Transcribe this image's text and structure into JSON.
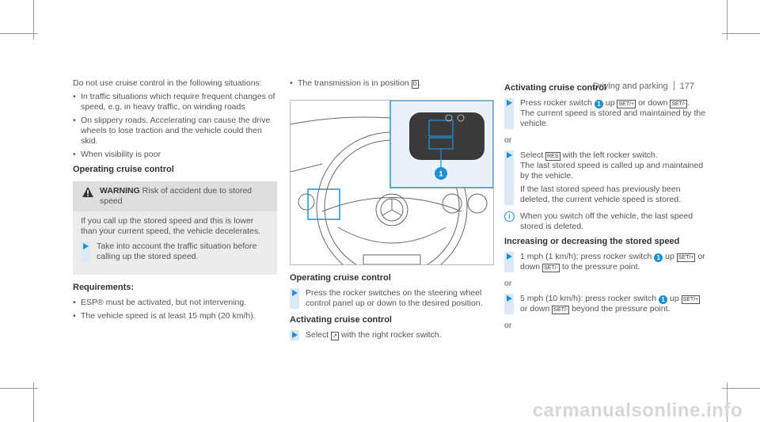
{
  "header": {
    "section": "Driving and parking",
    "page_number": "177"
  },
  "col1": {
    "intro": "Do not use cruise control in the following situations:",
    "situations": [
      "In traffic situations which require frequent changes of speed, e.g. in heavy traffic, on winding roads",
      "On slippery roads. Accelerating can cause the drive wheels to lose traction and the vehicle could then skid.",
      "When visibility is poor"
    ],
    "heading_operating": "Operating cruise control",
    "warning": {
      "keyword": "WARNING",
      "title": "Risk of accident due to stored speed",
      "body": "If you call up the stored speed and this is lower than your current speed, the vehicle decelerates.",
      "step": "Take into account the traffic situation before calling up the stored speed."
    },
    "requirements_heading": "Requirements:",
    "requirements": [
      "ESP® must be activated, but not intervening.",
      "The vehicle speed is at least 15 mph (20 km/h)."
    ]
  },
  "col2": {
    "transmission": "The transmission is in position",
    "transmission_key": "D",
    "figure_callout": "1",
    "heading_operating": "Operating cruise control",
    "step_operating": "Press the rocker switches on the steering wheel control panel up or down to the desired position.",
    "heading_activating": "Activating cruise control",
    "step_activating_a": "Select",
    "step_activating_b": "with the right rocker switch."
  },
  "col3": {
    "heading_activating": "Activating cruise control",
    "step1": {
      "a": "Press rocker switch",
      "num": "1",
      "b": "up",
      "key_up": "SET/+",
      "c": "or down",
      "key_down": "SET/-",
      "d": "."
    },
    "step1_note": "The current speed is stored and maintained by the vehicle.",
    "or1": "or",
    "step2": {
      "a": "Select",
      "key": "RES",
      "b": "with the left rocker switch."
    },
    "step2_note1": "The last stored speed is called up and maintained by the vehicle.",
    "step2_note2": "If the last stored speed has previously been deleted, the current vehicle speed is stored.",
    "info": "When you switch off the vehicle, the last speed stored is deleted.",
    "heading_incdec": "Increasing or decreasing the stored speed",
    "step3": {
      "a": "1 mph (1 km/h): press rocker switch",
      "num": "1",
      "b": "up",
      "key_up": "SET/+",
      "c": "or down",
      "key_down": "SET/-",
      "d": "to the pressure point."
    },
    "or2": "or",
    "step4": {
      "a": "5 mph (10 km/h): press rocker switch",
      "num": "1",
      "b": "up",
      "key_up": "SET/+",
      "c": "or down",
      "key_down": "SET/-",
      "d": "beyond the pressure point."
    },
    "or3": "or"
  },
  "watermark": {
    "a": "carmanuals",
    "b": "online",
    "c": ".info"
  },
  "colors": {
    "accent": "#1f8fd6",
    "step_bar": "#dbe9f7",
    "warning_bg": "#ececec"
  }
}
